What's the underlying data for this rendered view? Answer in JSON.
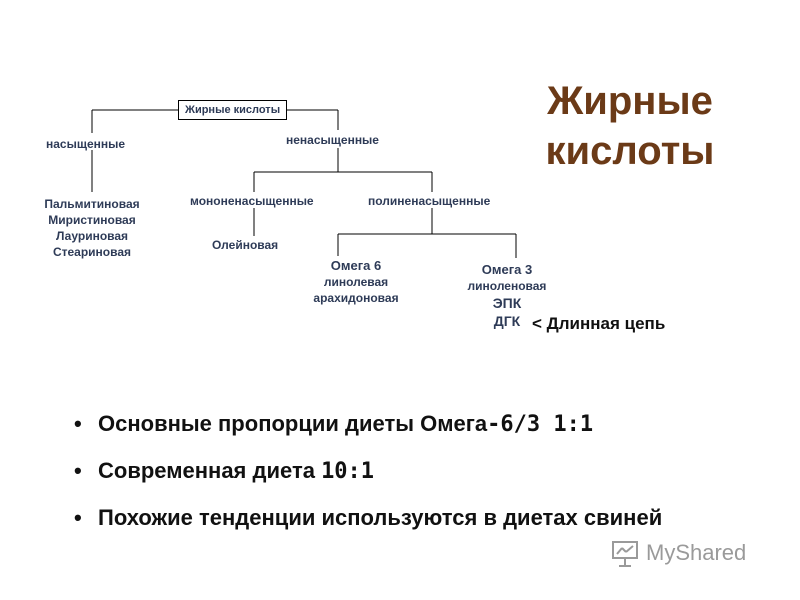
{
  "title": {
    "line1": "Жирные",
    "line2": "кислоты"
  },
  "tree": {
    "root": "Жирные кислоты",
    "saturated": {
      "label": "насыщенные",
      "examples": [
        "Пальмитиновая",
        "Миристиновая",
        "Лауриновая",
        "Стеариновая"
      ]
    },
    "unsaturated": {
      "label": "ненасыщенные",
      "mono": {
        "label": "мононенасыщенные",
        "examples": [
          "Олейновая"
        ]
      },
      "poly": {
        "label": "полиненасыщенные",
        "omega6": {
          "label": "Омега 6",
          "examples": [
            "линолевая",
            "арахидоновая"
          ]
        },
        "omega3": {
          "label": "Омега 3",
          "examples": [
            "линоленовая",
            "ЭПК",
            "ДГК"
          ]
        }
      }
    }
  },
  "note": "< Длинная цепь",
  "bullets": [
    {
      "text": "Основные пропорции диеты Омега",
      "ratio": "-6/3 1:1"
    },
    {
      "text": "Современная диета ",
      "ratio": "10:1"
    },
    {
      "text": "Похожие тенденции используются в диетах свиней",
      "ratio": ""
    }
  ],
  "bullet_symbol": "•",
  "watermark": {
    "text": "MyShared",
    "icon": "presentation-board-icon"
  }
}
